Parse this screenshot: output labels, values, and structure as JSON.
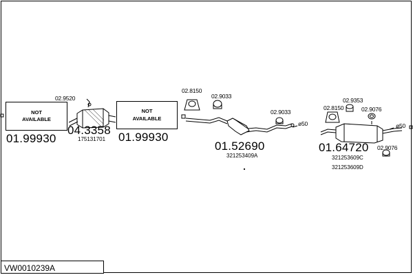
{
  "title": "VW0010239A",
  "placeholders": [
    {
      "line1": "NOT",
      "line2": "AVAILABLE"
    },
    {
      "line1": "NOT",
      "line2": "AVAILABLE"
    }
  ],
  "parts": [
    {
      "number": "01.99930"
    },
    {
      "number": "04.3358",
      "oe": "175131701"
    },
    {
      "number": "01.99930"
    },
    {
      "number": "01.52690",
      "oe": "321253409A"
    },
    {
      "number": "01.64720",
      "oe": "321253609C",
      "oe2": "321253609D"
    }
  ],
  "accessories": [
    "02.9520",
    "02.8150",
    "02.9033",
    "02.9033",
    "02.8150",
    "02.9353",
    "02.9076",
    "02.9076"
  ],
  "diameters": [
    "ø50",
    "ø50"
  ]
}
